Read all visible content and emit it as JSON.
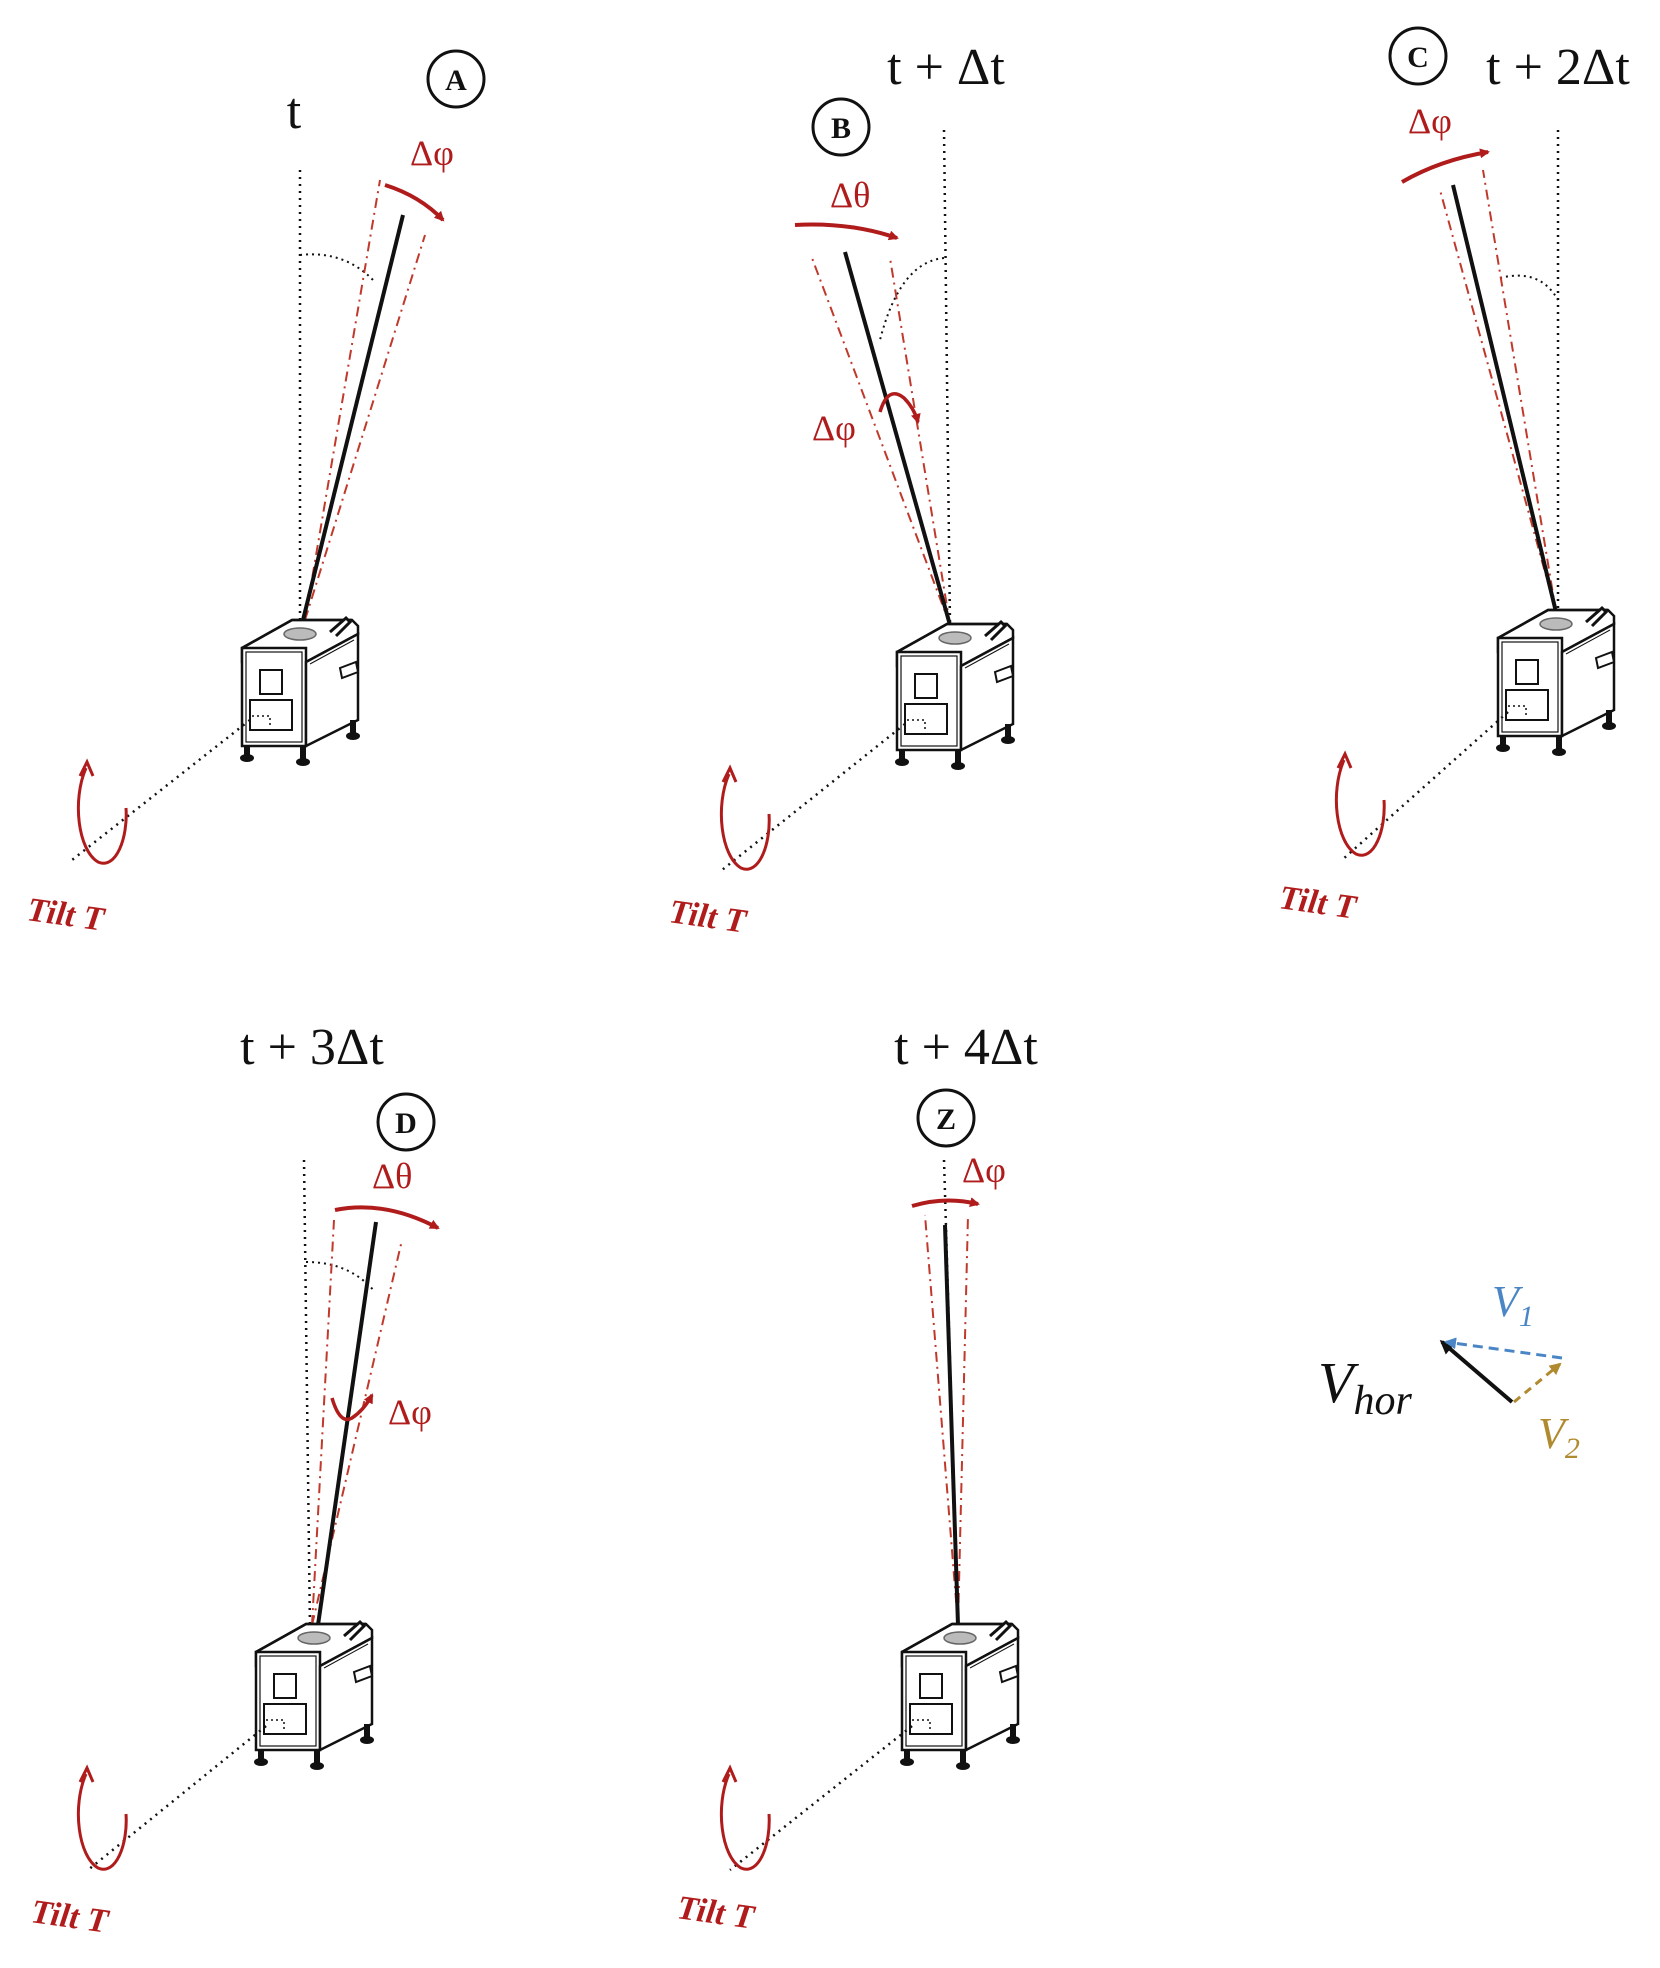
{
  "colors": {
    "rotation": "#b01c1c",
    "rod": "#111111",
    "v1": "#4a86c5",
    "v2": "#b08a2e"
  },
  "panels": [
    {
      "badge": "A",
      "time": "t",
      "annotations": [
        "Δφ"
      ],
      "tilt_label": "Tilt T"
    },
    {
      "badge": "B",
      "time": "t + Δt",
      "annotations": [
        "Δθ",
        "Δφ"
      ],
      "tilt_label": "Tilt T"
    },
    {
      "badge": "C",
      "time": "t + 2Δt",
      "annotations": [
        "Δφ"
      ],
      "tilt_label": "Tilt T"
    },
    {
      "badge": "D",
      "time": "t + 3Δt",
      "annotations": [
        "Δθ",
        "Δφ"
      ],
      "tilt_label": "Tilt T"
    },
    {
      "badge": "Z",
      "time": "t + 4Δt",
      "annotations": [
        "Δφ"
      ],
      "tilt_label": "Tilt T"
    }
  ],
  "legend": {
    "vhor_main": "V",
    "vhor_sub": "hor",
    "v1_main": "V",
    "v1_sub": "1",
    "v2_main": "V",
    "v2_sub": "2"
  },
  "icons": {
    "instrument": "instrument-box-icon",
    "tilt": "tilt-rotation-arrow-icon",
    "rotation": "rotation-arrow-icon"
  }
}
